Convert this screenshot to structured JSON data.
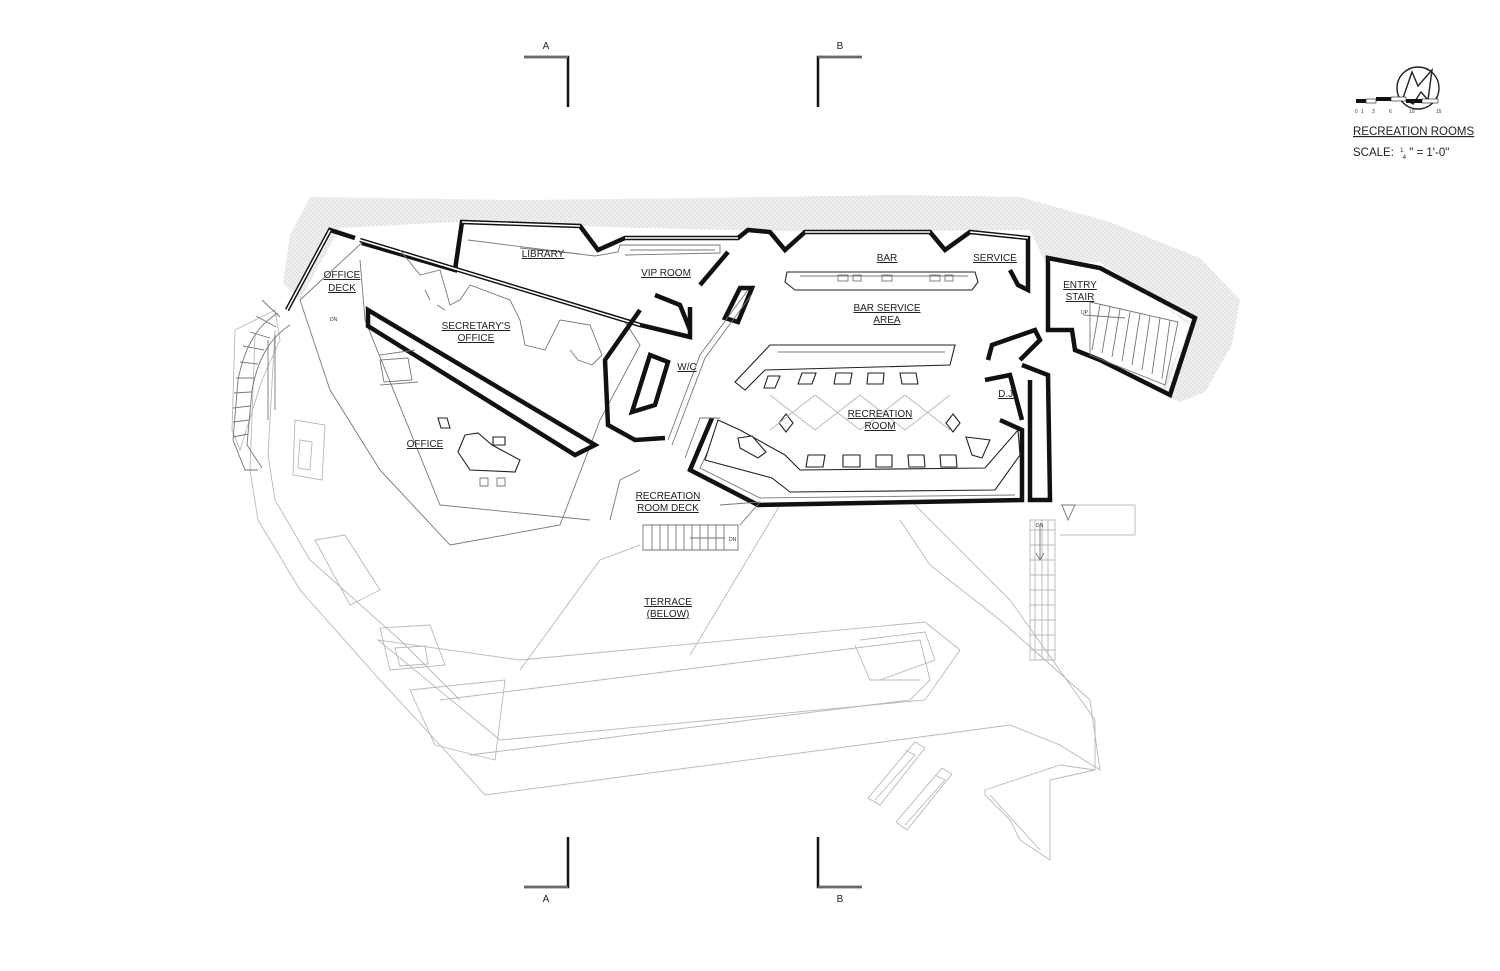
{
  "title": {
    "name": "RECREATION ROOMS",
    "scale_prefix": "SCALE:",
    "scale_frac_num": "1",
    "scale_frac_den": "4",
    "scale_rest": "\" = 1'-0\""
  },
  "scale_bar_ticks": [
    "0",
    "1",
    "3",
    "6",
    "10",
    "15"
  ],
  "sections": {
    "a_top": "A",
    "b_top": "B",
    "a_bottom": "A",
    "b_bottom": "B"
  },
  "rooms": {
    "office_deck_1": "OFFICE",
    "office_deck_2": "DECK",
    "library": "LIBRARY",
    "vip_room": "VIP ROOM",
    "bar": "BAR",
    "service": "SERVICE",
    "entry_stair_1": "ENTRY",
    "entry_stair_2": "STAIR",
    "secretary_1": "SECRETARY'S",
    "secretary_2": "OFFICE",
    "bar_service_1": "BAR SERVICE",
    "bar_service_2": "AREA",
    "wc": "W/C",
    "recreation_1": "RECREATION",
    "recreation_2": "ROOM",
    "dj": "D.J.",
    "office": "OFFICE",
    "rec_deck_1": "RECREATION",
    "rec_deck_2": "ROOM DECK",
    "terrace_1": "TERRACE",
    "terrace_2": "(BELOW)"
  },
  "stair_marks": {
    "dn_left": "DN",
    "dn_deck": "DN",
    "up_entry": "UP",
    "dn_right": "DN"
  }
}
